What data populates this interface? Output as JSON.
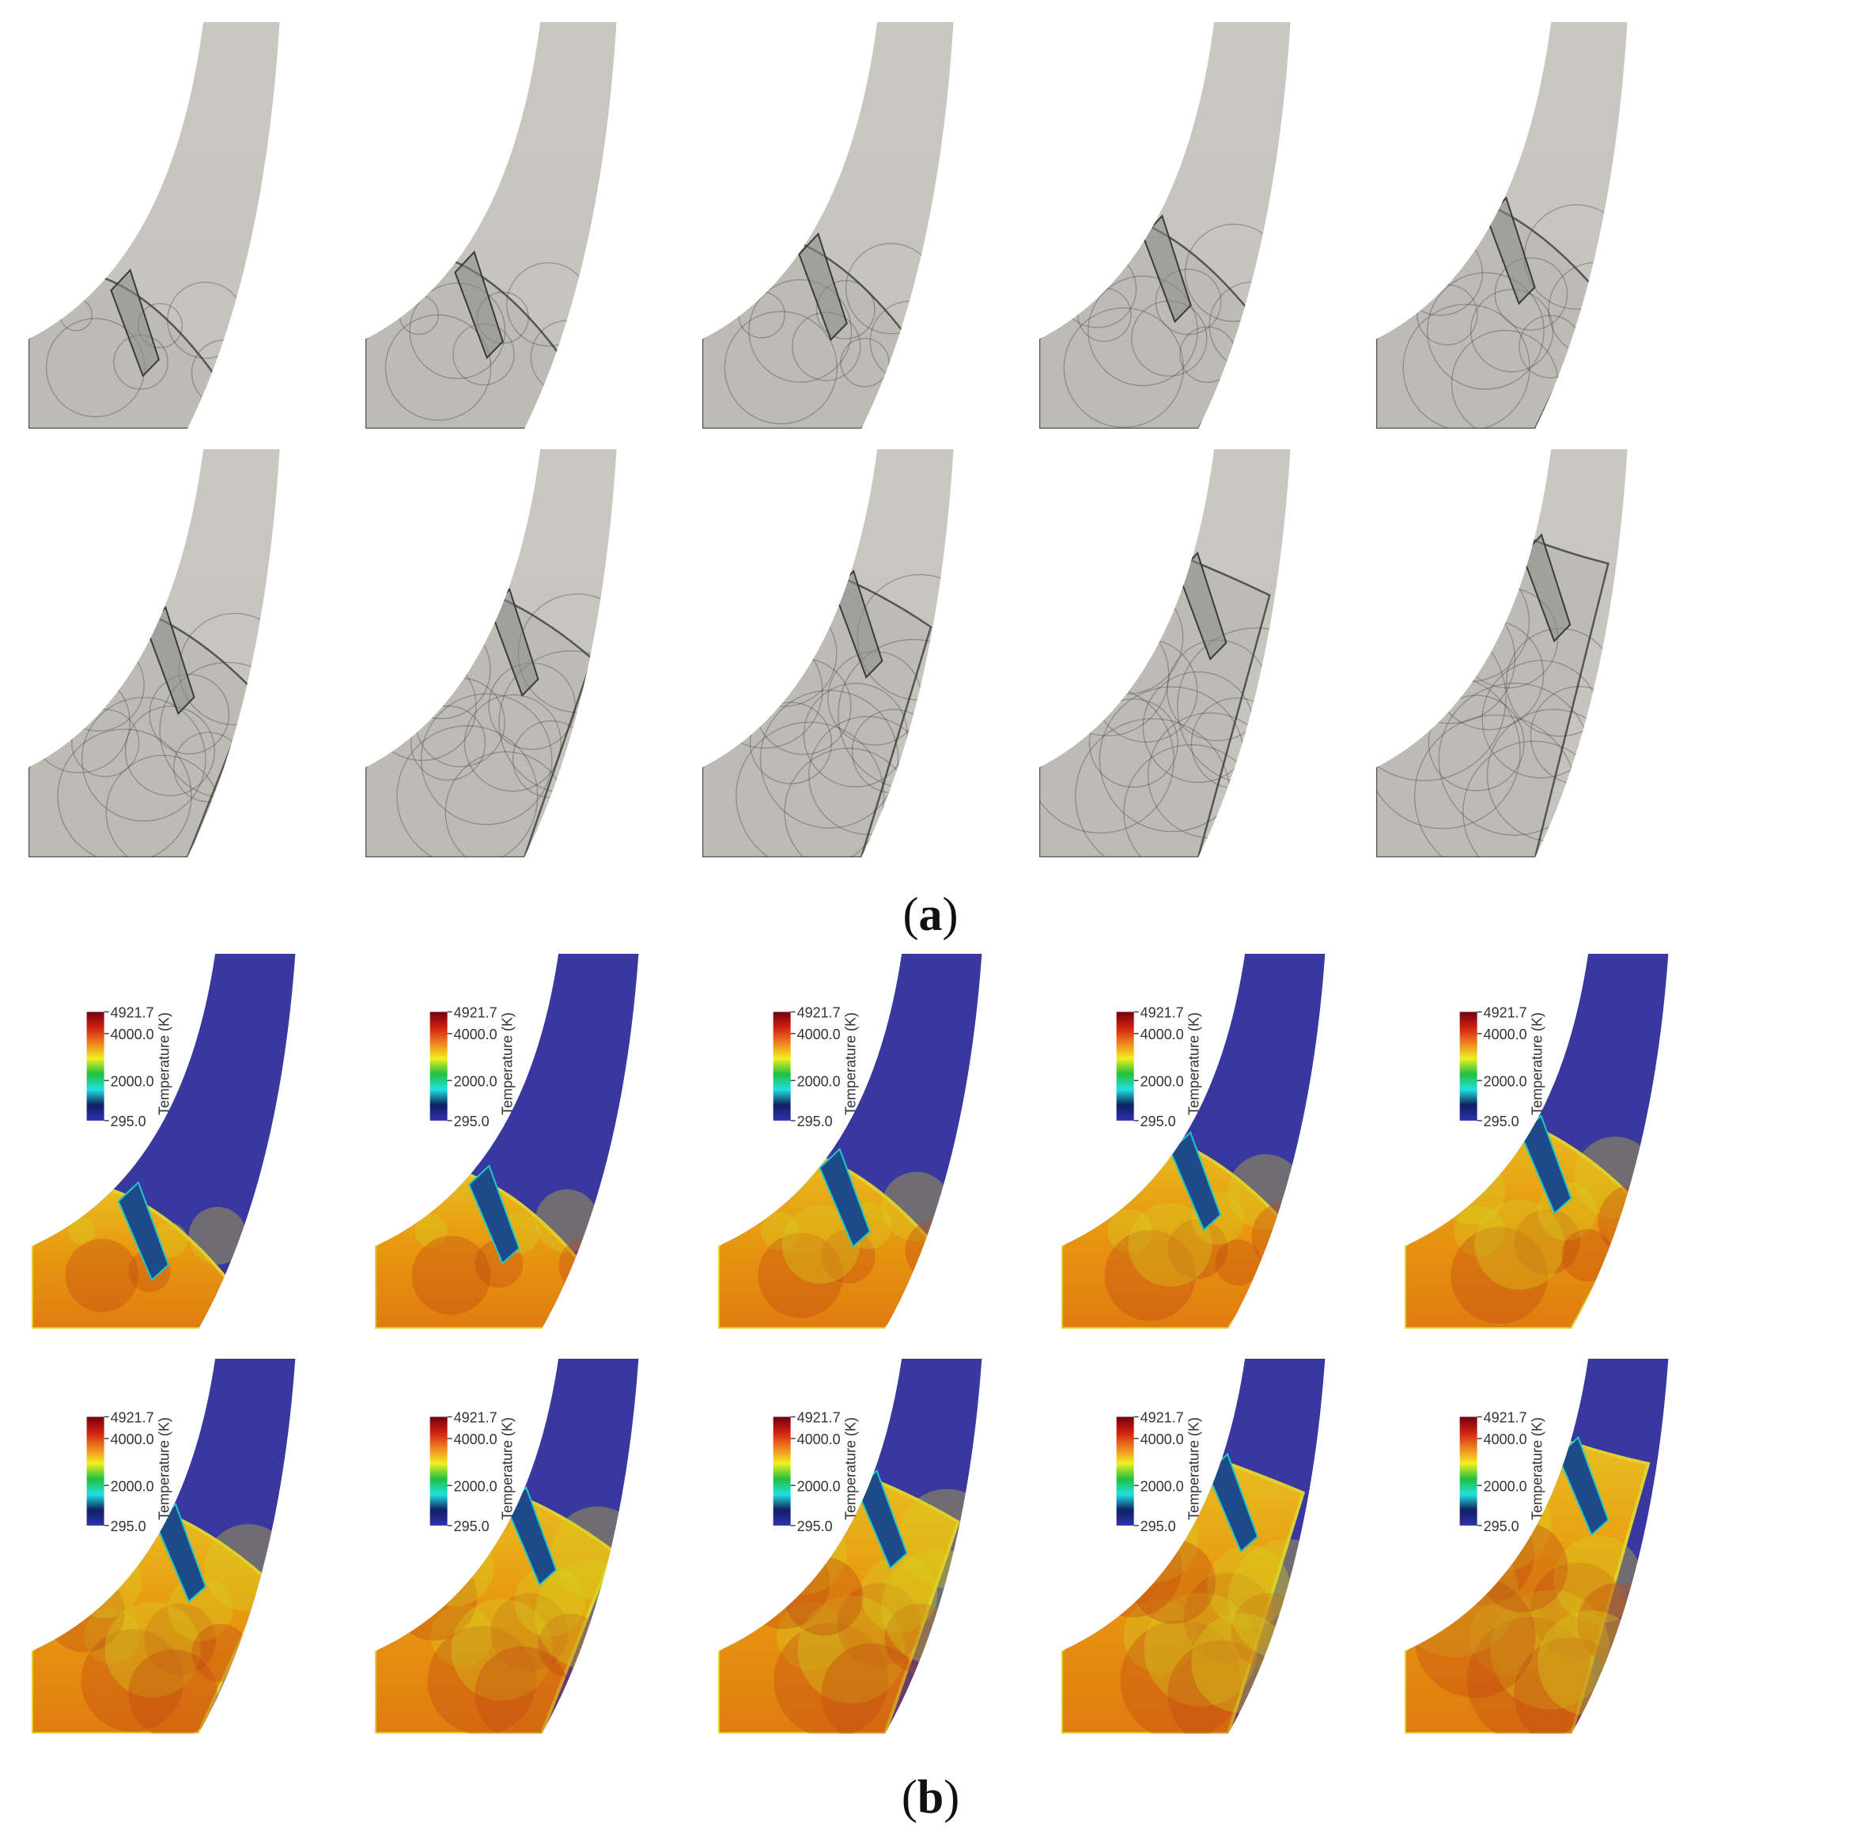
{
  "figure": {
    "caption_a": "a",
    "caption_b": "b"
  },
  "colorbar": {
    "title": "Temperature (K)",
    "ticks": [
      "4921.7",
      "4000.0",
      "2000.0",
      "295.0"
    ],
    "range": [
      295.0,
      4921.7
    ],
    "colormap": [
      "#3030b0",
      "#102060",
      "#20e0e0",
      "#20c040",
      "#f0f020",
      "#f08020",
      "#d02010",
      "#700010"
    ]
  },
  "colors": {
    "schlieren_bg": "#c8c7bf",
    "schlieren_line": "#3a3a3a",
    "fresh_gas": "#3838a0",
    "burnt_gas": "#e89a10",
    "burnt_hot": "#c04410",
    "detonation_front": "#e0d030",
    "cold_jet": "#1e4a8a"
  },
  "panel_counts": {
    "rows_per_set": 2,
    "columns": 5
  }
}
